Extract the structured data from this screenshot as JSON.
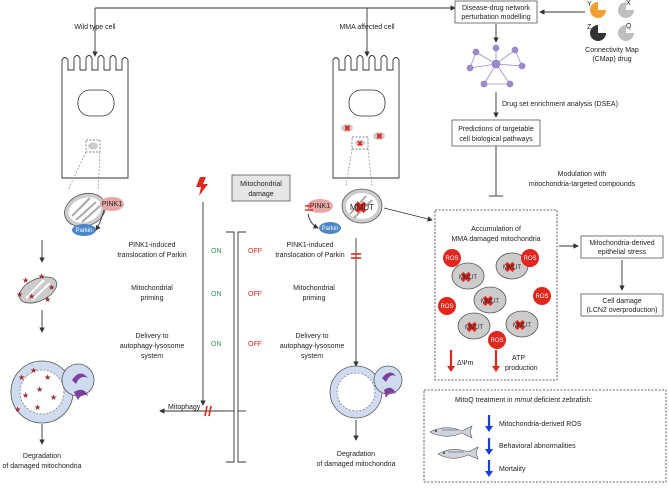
{
  "labels": {
    "wild_type_cell": "Wild type cell",
    "mma_cell": "MMA affected cell",
    "disease_drug": [
      "Disease-drug network",
      "perturbation modelling"
    ],
    "cmap": [
      "Connectivity Map",
      "(CMap) drug"
    ],
    "dsea": "Drug set enrichment analysis (DSEA)",
    "predictions": [
      "Predictions of targetable",
      "cell biological pathways"
    ],
    "modulation": [
      "Modulation with",
      "mitochondria-targeted compounds"
    ],
    "mito_damage": [
      "Mitochondrial",
      "damage"
    ],
    "pink1": "PINK1",
    "parkin": "Parkin",
    "mmut": "MMUT",
    "translocation": [
      "PINK1-induced",
      "translocation of Parkin"
    ],
    "priming": [
      "Mitochondrial",
      "priming"
    ],
    "delivery": [
      "Delivery to",
      "autophagy-lysosome",
      "system"
    ],
    "degradation": [
      "Degradation",
      "of damaged mitochondria"
    ],
    "mitophagy": "Mitophagy",
    "on": "ON",
    "off": "OFF",
    "accumulation": [
      "Accumulation of",
      "MMA damaged mitochondria"
    ],
    "ros": "ROS",
    "delta_psi": "ΔΨm",
    "atp": [
      "ATP",
      "production"
    ],
    "epithelial_stress": [
      "Mitochondria-derived",
      "epithelial stress"
    ],
    "cell_damage": [
      "Cell damage",
      "(LCN2 overproduction)"
    ],
    "mitoq_title_pre": "MitoQ treatment in ",
    "mitoq_title_em": "mmut",
    "mitoq_title_post": " deficient zebrafish:",
    "mitoq_items": [
      "Mitochondria-derived ROS",
      "Behavioral abnormalities",
      "Mortality"
    ],
    "cmap_letters": [
      "Y",
      "X",
      "Z",
      "Q"
    ]
  },
  "colors": {
    "pink1": "#e8a7a7",
    "parkin": "#4a86c8",
    "on": "#2a9d4a",
    "off": "#e2261c",
    "lysosome": "#7b3fa0",
    "cell_body": "#cfdcef",
    "network": "#9b8ac9",
    "down_arrow": "#1b3fd6",
    "ros": "#e2261c",
    "cmap_orange": "#f0a030",
    "cmap_grey": "#bfbfbf",
    "cmap_dark": "#333333"
  }
}
